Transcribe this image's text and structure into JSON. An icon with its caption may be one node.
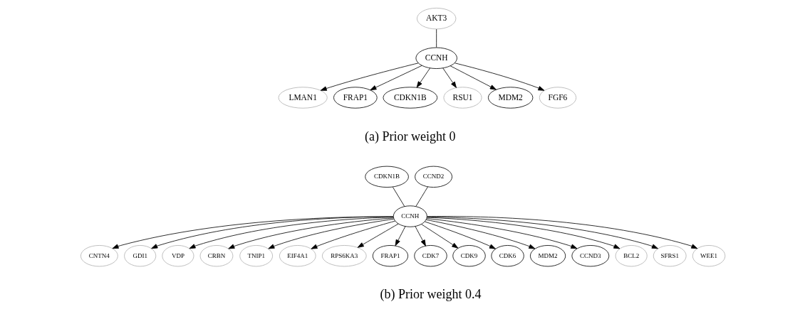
{
  "diagram": {
    "nodes": [
      {
        "text": [
          "AKT3"
        ]
      },
      {
        "text": [
          "CCNH"
        ]
      },
      {
        "text": [
          "LMAN1"
        ]
      },
      {
        "text": [
          "FRAP1"
        ]
      },
      {
        "text": [
          "CDKN1B"
        ]
      },
      {
        "text": [
          "RSU1"
        ]
      },
      {
        "text": [
          "MDM2"
        ]
      },
      {
        "text": [
          "FGF6"
        ]
      },
      {
        "text": [
          "CDKN1B"
        ]
      },
      {
        "text": [
          "CCND2"
        ]
      },
      {
        "text": [
          "CCNH"
        ]
      },
      {
        "text": [
          "CNTN4"
        ]
      },
      {
        "text": [
          "GDI1"
        ]
      },
      {
        "text": [
          "VDP"
        ]
      },
      {
        "text": [
          "CRBN"
        ]
      },
      {
        "text": [
          "TNIP1"
        ]
      },
      {
        "text": [
          "EIF4A1"
        ]
      },
      {
        "text": [
          "RPS6KA3"
        ]
      },
      {
        "text": [
          "FRAP1"
        ]
      },
      {
        "text": [
          "CDK7"
        ]
      },
      {
        "text": [
          "CDK9"
        ]
      },
      {
        "text": [
          "CDK6"
        ]
      },
      {
        "text": [
          "MDM2"
        ]
      },
      {
        "text": [
          "CCND3"
        ]
      },
      {
        "text": [
          "BCL2"
        ]
      },
      {
        "text": [
          "SFRS1"
        ]
      },
      {
        "text": [
          "WEE1"
        ]
      }
    ],
    "edges": [
      {
        "from": 0,
        "to": 1,
        "arrow": "none"
      },
      {
        "from": 1,
        "to": 2,
        "arrow": "to"
      },
      {
        "from": 1,
        "to": 3,
        "arrow": "to"
      },
      {
        "from": 1,
        "to": 4,
        "arrow": "to"
      },
      {
        "from": 1,
        "to": 5,
        "arrow": "to"
      },
      {
        "from": 1,
        "to": 6,
        "arrow": "to"
      },
      {
        "from": 1,
        "to": 7,
        "arrow": "to"
      },
      {
        "from": 8,
        "to": 10,
        "arrow": "none"
      },
      {
        "from": 9,
        "to": 10,
        "arrow": "none"
      },
      {
        "from": 10,
        "to": 11,
        "arrow": "to"
      },
      {
        "from": 10,
        "to": 12,
        "arrow": "to"
      },
      {
        "from": 10,
        "to": 13,
        "arrow": "to"
      },
      {
        "from": 10,
        "to": 14,
        "arrow": "to"
      },
      {
        "from": 10,
        "to": 15,
        "arrow": "to"
      },
      {
        "from": 10,
        "to": 16,
        "arrow": "to"
      },
      {
        "from": 10,
        "to": 17,
        "arrow": "to"
      },
      {
        "from": 10,
        "to": 18,
        "arrow": "to"
      },
      {
        "from": 10,
        "to": 19,
        "arrow": "to"
      },
      {
        "from": 10,
        "to": 20,
        "arrow": "to"
      },
      {
        "from": 10,
        "to": 21,
        "arrow": "to"
      },
      {
        "from": 10,
        "to": 22,
        "arrow": "to"
      },
      {
        "from": 10,
        "to": 23,
        "arrow": "to"
      },
      {
        "from": 10,
        "to": 24,
        "arrow": "to"
      },
      {
        "from": 10,
        "to": 25,
        "arrow": "to"
      },
      {
        "from": 10,
        "to": 26,
        "arrow": "to"
      }
    ],
    "labels": [
      "(a) Prior weight 0",
      "(b) Prior weight 0.4"
    ]
  }
}
